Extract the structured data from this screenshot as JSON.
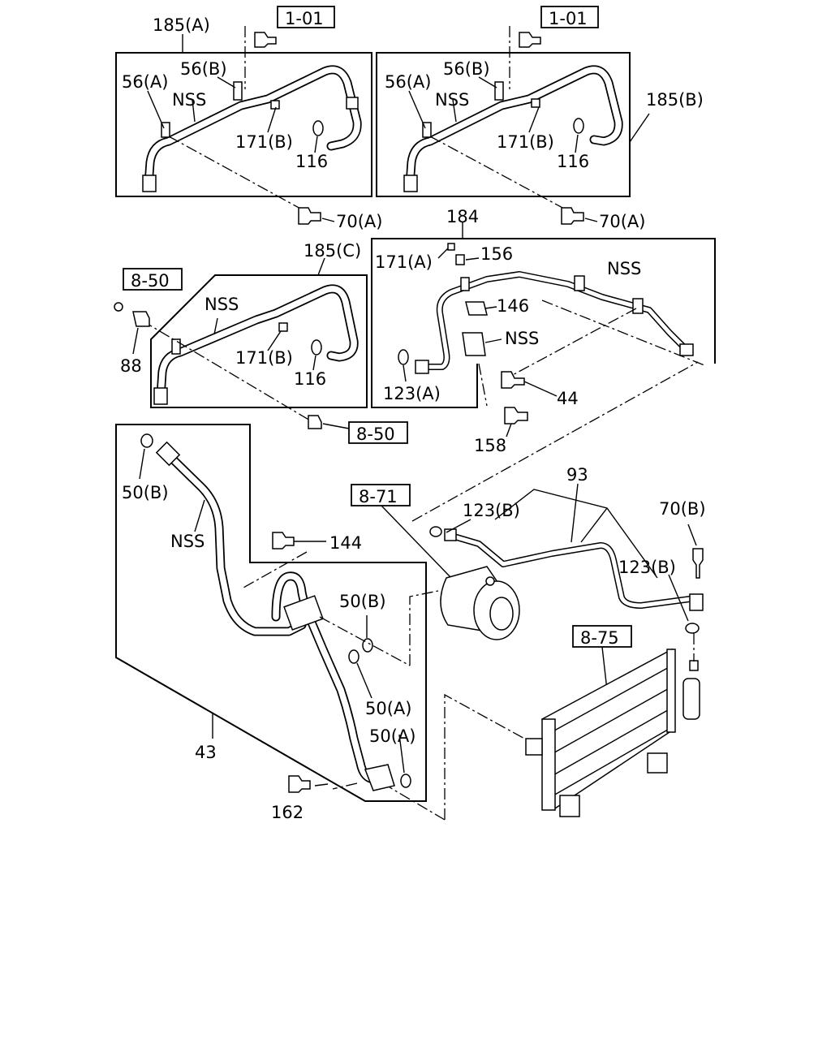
{
  "labels": {
    "l185a": "185(A)",
    "l101a": "1-01",
    "l56b_a": "56(B)",
    "l56a_a": "56(A)",
    "lnss_a": "NSS",
    "l171b_a": "171(B)",
    "l116_a": "116",
    "l70a_a": "70(A)",
    "l101b": "1-01",
    "l56b_b": "56(B)",
    "l56a_b": "56(A)",
    "lnss_b": "NSS",
    "l185b": "185(B)",
    "l171b_b": "171(B)",
    "l116_b": "116",
    "l70a_b": "70(A)",
    "l184": "184",
    "l171a": "171(A)",
    "l156": "156",
    "lnss_184a": "NSS",
    "l146": "146",
    "lnss_184b": "NSS",
    "l123a": "123(A)",
    "l44": "44",
    "l158": "158",
    "l850a": "8-50",
    "l185c": "185(C)",
    "lnss_c": "NSS",
    "l88": "88",
    "l171b_c": "171(B)",
    "l116_c": "116",
    "l850b": "8-50",
    "l50b_1": "50(B)",
    "lnss_43": "NSS",
    "l144": "144",
    "l50b_2": "50(B)",
    "l50a_1": "50(A)",
    "l50a_2": "50(A)",
    "l43": "43",
    "l162": "162",
    "l871": "8-71",
    "l93": "93",
    "l123b_1": "123(B)",
    "l70b": "70(B)",
    "l123b_2": "123(B)",
    "l875": "8-75"
  }
}
